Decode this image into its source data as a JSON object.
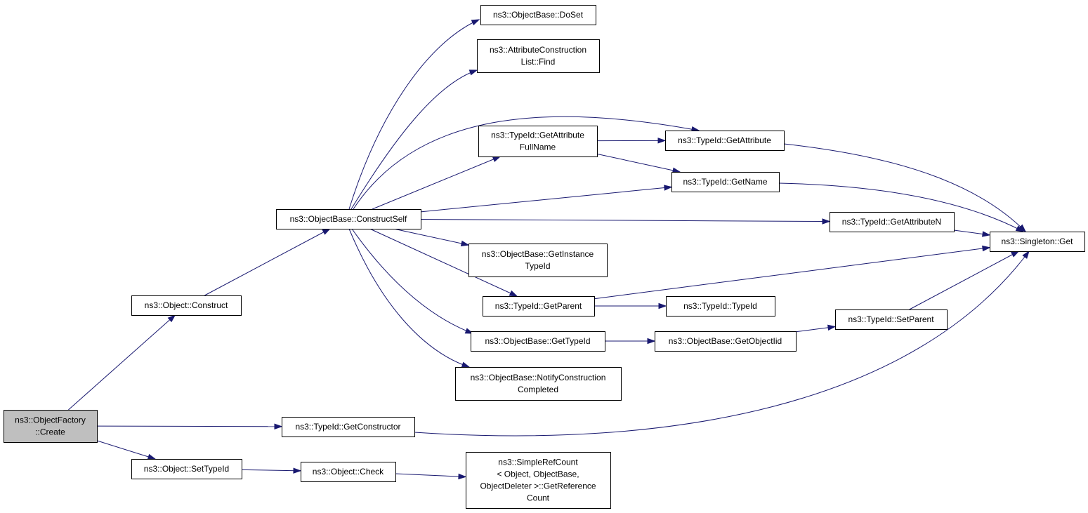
{
  "colors": {
    "edge": "#191970",
    "root_fill": "#bfbfbf",
    "node_fill": "#ffffff",
    "border": "#000000"
  },
  "nodes": [
    {
      "id": "create",
      "root": true,
      "lines": [
        "ns3::ObjectFactory",
        "::Create"
      ]
    },
    {
      "id": "construct",
      "lines": [
        "ns3::Object::Construct"
      ]
    },
    {
      "id": "settypeid",
      "lines": [
        "ns3::Object::SetTypeId"
      ]
    },
    {
      "id": "getconstructor",
      "lines": [
        "ns3::TypeId::GetConstructor"
      ]
    },
    {
      "id": "constructself",
      "lines": [
        "ns3::ObjectBase::ConstructSelf"
      ]
    },
    {
      "id": "check",
      "lines": [
        "ns3::Object::Check"
      ]
    },
    {
      "id": "doset",
      "lines": [
        "ns3::ObjectBase::DoSet"
      ]
    },
    {
      "id": "find",
      "lines": [
        "ns3::AttributeConstruction",
        "List::Find"
      ]
    },
    {
      "id": "getattrfullname",
      "lines": [
        "ns3::TypeId::GetAttribute",
        "FullName"
      ]
    },
    {
      "id": "getinstancetypeid",
      "lines": [
        "ns3::ObjectBase::GetInstance",
        "TypeId"
      ]
    },
    {
      "id": "getparent",
      "lines": [
        "ns3::TypeId::GetParent"
      ]
    },
    {
      "id": "gettypeid",
      "lines": [
        "ns3::ObjectBase::GetTypeId"
      ]
    },
    {
      "id": "notify",
      "lines": [
        "ns3::ObjectBase::NotifyConstruction",
        "Completed"
      ]
    },
    {
      "id": "refcount",
      "lines": [
        "ns3::SimpleRefCount",
        "< Object, ObjectBase,",
        "ObjectDeleter >::GetReference",
        "Count"
      ]
    },
    {
      "id": "getattribute",
      "lines": [
        "ns3::TypeId::GetAttribute"
      ]
    },
    {
      "id": "getname",
      "lines": [
        "ns3::TypeId::GetName"
      ]
    },
    {
      "id": "getattributen",
      "lines": [
        "ns3::TypeId::GetAttributeN"
      ]
    },
    {
      "id": "typeidctor",
      "lines": [
        "ns3::TypeId::TypeId"
      ]
    },
    {
      "id": "getobjectiid",
      "lines": [
        "ns3::ObjectBase::GetObjectIid"
      ]
    },
    {
      "id": "setparent",
      "lines": [
        "ns3::TypeId::SetParent"
      ]
    },
    {
      "id": "singletonget",
      "lines": [
        "ns3::Singleton::Get"
      ]
    }
  ],
  "edges": [
    [
      "create",
      "construct"
    ],
    [
      "create",
      "getconstructor"
    ],
    [
      "create",
      "settypeid"
    ],
    [
      "construct",
      "constructself"
    ],
    [
      "settypeid",
      "check"
    ],
    [
      "check",
      "refcount"
    ],
    [
      "getconstructor",
      "singletonget"
    ],
    [
      "constructself",
      "doset"
    ],
    [
      "constructself",
      "find"
    ],
    [
      "constructself",
      "getattribute"
    ],
    [
      "constructself",
      "getattrfullname"
    ],
    [
      "constructself",
      "getname"
    ],
    [
      "constructself",
      "getattributen"
    ],
    [
      "constructself",
      "getinstancetypeid"
    ],
    [
      "constructself",
      "getparent"
    ],
    [
      "constructself",
      "gettypeid"
    ],
    [
      "constructself",
      "notify"
    ],
    [
      "getattrfullname",
      "getattribute"
    ],
    [
      "getattrfullname",
      "getname"
    ],
    [
      "getattribute",
      "singletonget"
    ],
    [
      "getname",
      "singletonget"
    ],
    [
      "getattributen",
      "singletonget"
    ],
    [
      "getparent",
      "singletonget"
    ],
    [
      "getparent",
      "typeidctor"
    ],
    [
      "gettypeid",
      "getobjectiid"
    ],
    [
      "getobjectiid",
      "setparent"
    ],
    [
      "setparent",
      "singletonget"
    ]
  ]
}
